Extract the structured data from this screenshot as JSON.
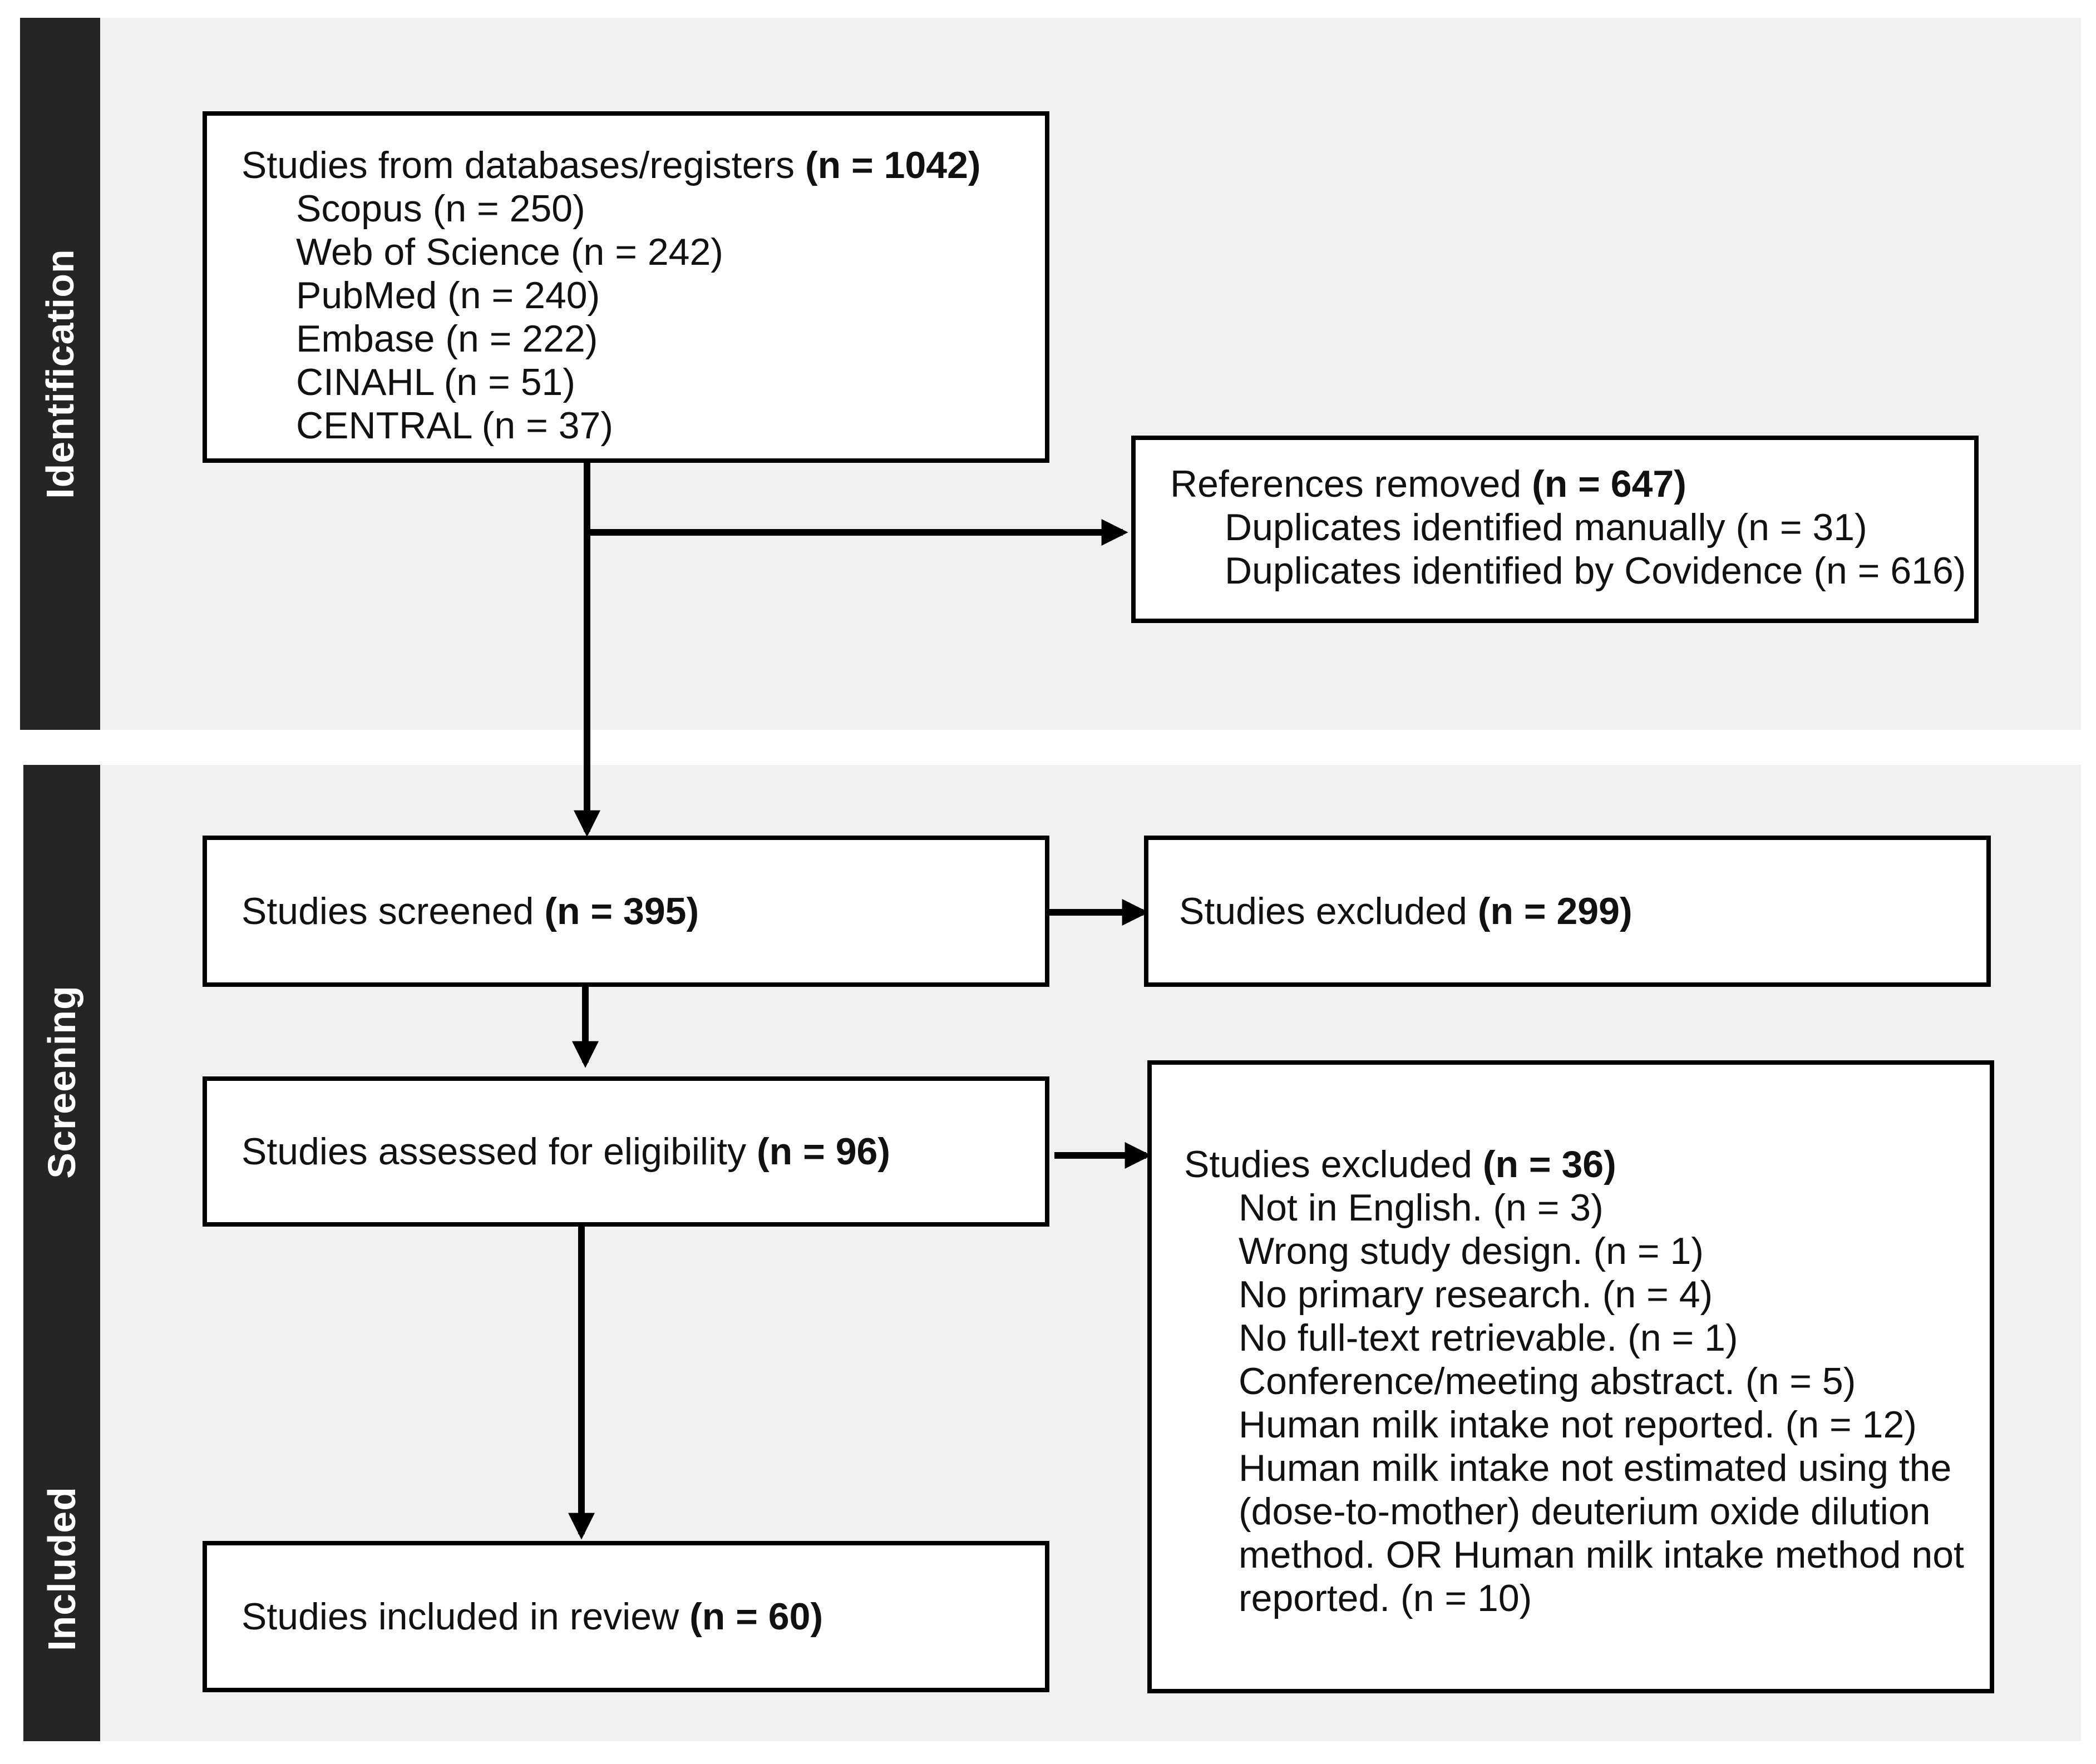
{
  "phases": {
    "identification": "Identification",
    "screening": "Screening",
    "included": "Included"
  },
  "identification_box": {
    "title": "Studies from databases/registers",
    "count": "(n = 1042)",
    "sources": [
      "Scopus (n = 250)",
      "Web of Science (n = 242)",
      "PubMed (n = 240)",
      "Embase (n = 222)",
      "CINAHL (n = 51)",
      "CENTRAL (n = 37)"
    ]
  },
  "removed_box": {
    "title": "References removed",
    "count": "(n = 647)",
    "items": [
      "Duplicates identified manually (n = 31)",
      "Duplicates identified by Covidence (n = 616)"
    ]
  },
  "screened_box": {
    "title": "Studies screened",
    "count": "(n = 395)"
  },
  "excluded_screen_box": {
    "title": "Studies excluded",
    "count": "(n = 299)"
  },
  "eligibility_box": {
    "title": "Studies assessed for eligibility",
    "count": "(n = 96)"
  },
  "excluded_full_box": {
    "title": "Studies excluded",
    "count": "(n = 36)",
    "reasons": [
      "Not in English. (n = 3)",
      "Wrong study design. (n = 1)",
      "No primary research. (n = 4)",
      "No full-text retrievable. (n = 1)",
      "Conference/meeting abstract. (n = 5)",
      "Human milk intake not reported. (n = 12)",
      "Human milk intake not estimated using the",
      "(dose-to-mother) deuterium oxide dilution",
      "method. OR Human milk intake method not",
      "reported. (n = 10)"
    ]
  },
  "included_box": {
    "title": "Studies included in review",
    "count": "(n = 60)"
  }
}
